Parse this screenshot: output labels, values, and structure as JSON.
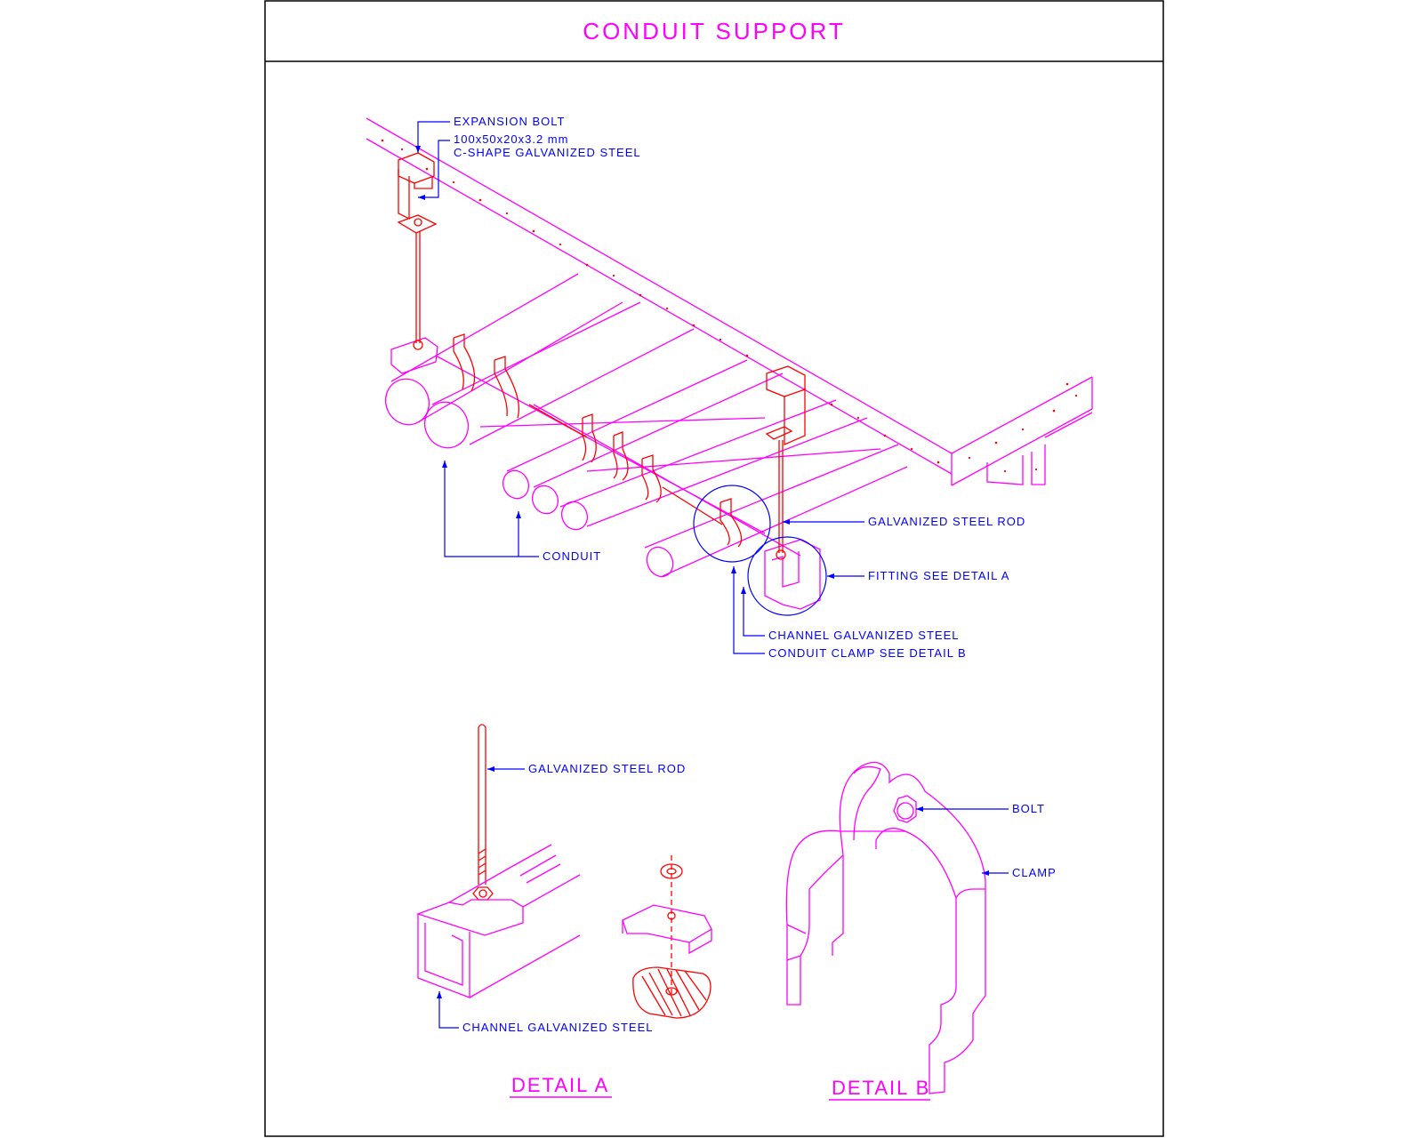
{
  "title": "CONDUIT SUPPORT",
  "main_labels": {
    "expansion_bolt": "EXPANSION BOLT",
    "steel_size": "100x50x20x3.2 mm",
    "c_shape": "C-SHAPE GALVANIZED STEEL",
    "steel_rod": "GALVANIZED STEEL ROD",
    "fitting": "FITTING SEE DETAIL A",
    "conduit": "CONDUIT",
    "channel": "CHANNEL GALVANIZED STEEL",
    "clamp_ref": "CONDUIT CLAMP SEE DETAIL B"
  },
  "detail_a": {
    "caption": "DETAIL  A",
    "rod": "GALVANIZED STEEL ROD",
    "channel": "CHANNEL GALVANIZED STEEL"
  },
  "detail_b": {
    "caption": "DETAIL  B",
    "bolt": "BOLT",
    "clamp": "CLAMP"
  },
  "colors": {
    "drawing": "#ff00ff",
    "hardware": "#ff0000",
    "annotation": "#0000ff",
    "border": "#000000"
  }
}
